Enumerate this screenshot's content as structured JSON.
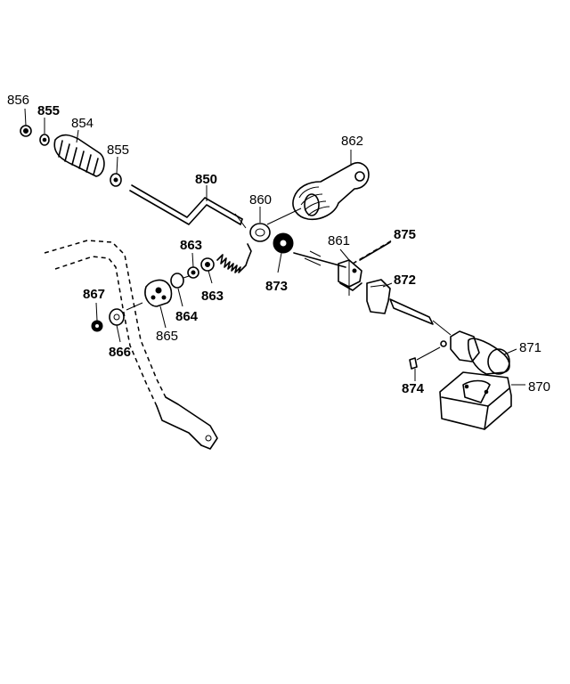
{
  "callouts": [
    {
      "id": "856",
      "text": "856",
      "bold": false
    },
    {
      "id": "855a",
      "text": "855",
      "bold": true
    },
    {
      "id": "854",
      "text": "854",
      "bold": false
    },
    {
      "id": "855b",
      "text": "855",
      "bold": false
    },
    {
      "id": "850",
      "text": "850",
      "bold": true
    },
    {
      "id": "862",
      "text": "862",
      "bold": false
    },
    {
      "id": "860",
      "text": "860",
      "bold": false
    },
    {
      "id": "863a",
      "text": "863",
      "bold": true
    },
    {
      "id": "863b",
      "text": "863",
      "bold": true
    },
    {
      "id": "864",
      "text": "864",
      "bold": true
    },
    {
      "id": "865",
      "text": "865",
      "bold": false
    },
    {
      "id": "867",
      "text": "867",
      "bold": true
    },
    {
      "id": "866",
      "text": "866",
      "bold": true
    },
    {
      "id": "861",
      "text": "861",
      "bold": false
    },
    {
      "id": "875",
      "text": "875",
      "bold": true
    },
    {
      "id": "873",
      "text": "873",
      "bold": true
    },
    {
      "id": "872",
      "text": "872",
      "bold": true
    },
    {
      "id": "871",
      "text": "871",
      "bold": false
    },
    {
      "id": "870",
      "text": "870",
      "bold": false
    },
    {
      "id": "874",
      "text": "874",
      "bold": true
    }
  ]
}
